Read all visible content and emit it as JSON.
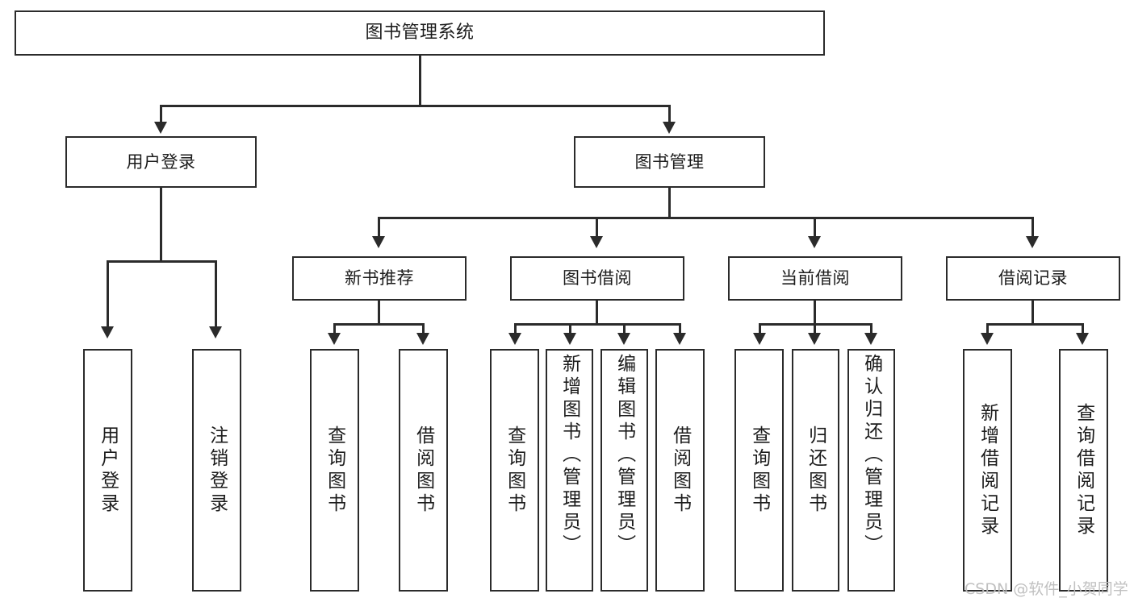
{
  "diagram": {
    "title": "图书管理系统",
    "type": "tree-functional-structure-chart",
    "root": {
      "label": "图书管理系统"
    },
    "level2": [
      {
        "label": "用户登录"
      },
      {
        "label": "图书管理"
      }
    ],
    "level3": [
      {
        "label": "新书推荐"
      },
      {
        "label": "图书借阅"
      },
      {
        "label": "当前借阅"
      },
      {
        "label": "借阅记录"
      }
    ],
    "leaves": {
      "user_login": [
        {
          "label": "用户登录"
        },
        {
          "label": "注销登录"
        }
      ],
      "new_book_recommend": [
        {
          "label": "查询图书"
        },
        {
          "label": "借阅图书"
        }
      ],
      "book_borrow": [
        {
          "label": "查询图书"
        },
        {
          "label": "新增图书（管理员）"
        },
        {
          "label": "编辑图书（管理员）"
        },
        {
          "label": "借阅图书"
        }
      ],
      "current_borrow": [
        {
          "label": "查询图书"
        },
        {
          "label": "归还图书"
        },
        {
          "label": "确认归还（管理员）"
        }
      ],
      "borrow_record": [
        {
          "label": "新增借阅记录"
        },
        {
          "label": "查询借阅记录"
        }
      ]
    }
  },
  "watermark": {
    "text": "CSDN @软件_小贺同学"
  },
  "colors": {
    "stroke": "#2b2b2b",
    "fill": "#ffffff",
    "text": "#1c1c1c",
    "watermark": "#bdbdbd"
  }
}
